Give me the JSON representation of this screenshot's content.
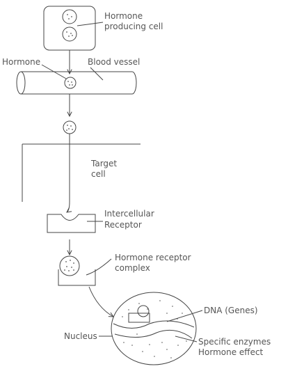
{
  "labels": {
    "hormone_producing_cell_line1": "Hormone",
    "hormone_producing_cell_line2": "producing cell",
    "hormone": "Hormone",
    "blood_vessel": "Blood vessel",
    "target_cell_line1": "Target",
    "target_cell_line2": "cell",
    "intercellular_receptor_line1": "Intercellular",
    "intercellular_receptor_line2": "Receptor",
    "hormone_receptor_complex_line1": "Hormone receptor",
    "hormone_receptor_complex_line2": "complex",
    "dna_genes": "DNA (Genes)",
    "nucleus": "Nucleus",
    "specific_enzymes": "Specific enzymes",
    "hormone_effect": "Hormone effect"
  },
  "colors": {
    "line": "#444444",
    "text": "#555555"
  }
}
